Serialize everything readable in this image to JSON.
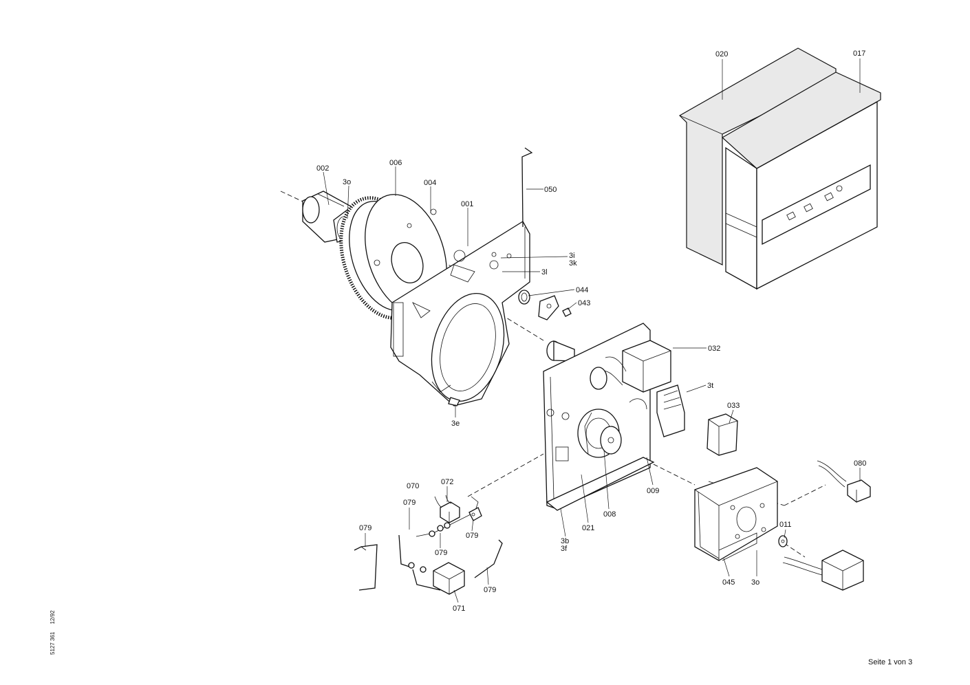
{
  "labels": {
    "l002": "002",
    "l3o_a": "3o",
    "l006": "006",
    "l004": "004",
    "l001": "001",
    "l050": "050",
    "l3i": "3i",
    "l3k": "3k",
    "l3l": "3l",
    "l044": "044",
    "l043": "043",
    "l020": "020",
    "l017": "017",
    "l032": "032",
    "l3t": "3t",
    "l033": "033",
    "l080": "080",
    "l3e": "3e",
    "l009": "009",
    "l008": "008",
    "l021": "021",
    "l3b": "3b",
    "l3f": "3f",
    "l070": "070",
    "l072": "072",
    "l079_a": "079",
    "l079_b": "079",
    "l079_c": "079",
    "l079_d": "079",
    "l079_e": "079",
    "l071": "071",
    "l011": "011",
    "l045": "045",
    "l3o_b": "3o"
  },
  "footer": {
    "page": "Seite 1 von 3",
    "doc_number": "5127 361",
    "date": "12/92"
  }
}
